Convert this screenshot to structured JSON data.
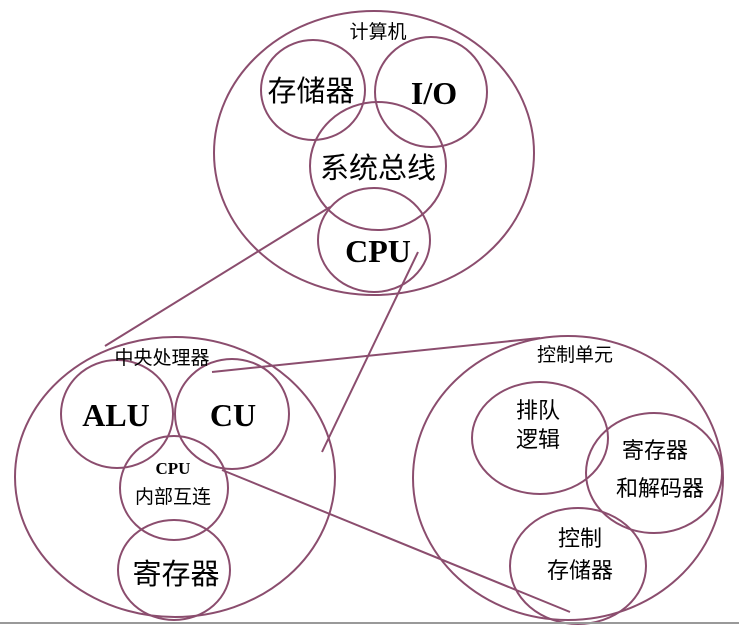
{
  "computer": {
    "title": "计算机",
    "memory": "存储器",
    "io": "I/O",
    "bus": "系统总线",
    "cpu": "CPU"
  },
  "cpu_detail": {
    "title": "中央处理器",
    "alu": "ALU",
    "cu": "CU",
    "interconnect_line1": "CPU",
    "interconnect_line2": "内部互连",
    "registers": "寄存器"
  },
  "cu_detail": {
    "title": "控制单元",
    "sequencing_line1": "排队",
    "sequencing_line2": "逻辑",
    "regdec_line1": "寄存器",
    "regdec_line2": "和解码器",
    "ctrlmem_line1": "控制",
    "ctrlmem_line2": "存储器"
  },
  "colors": {
    "stroke": "#8b4d6e"
  }
}
